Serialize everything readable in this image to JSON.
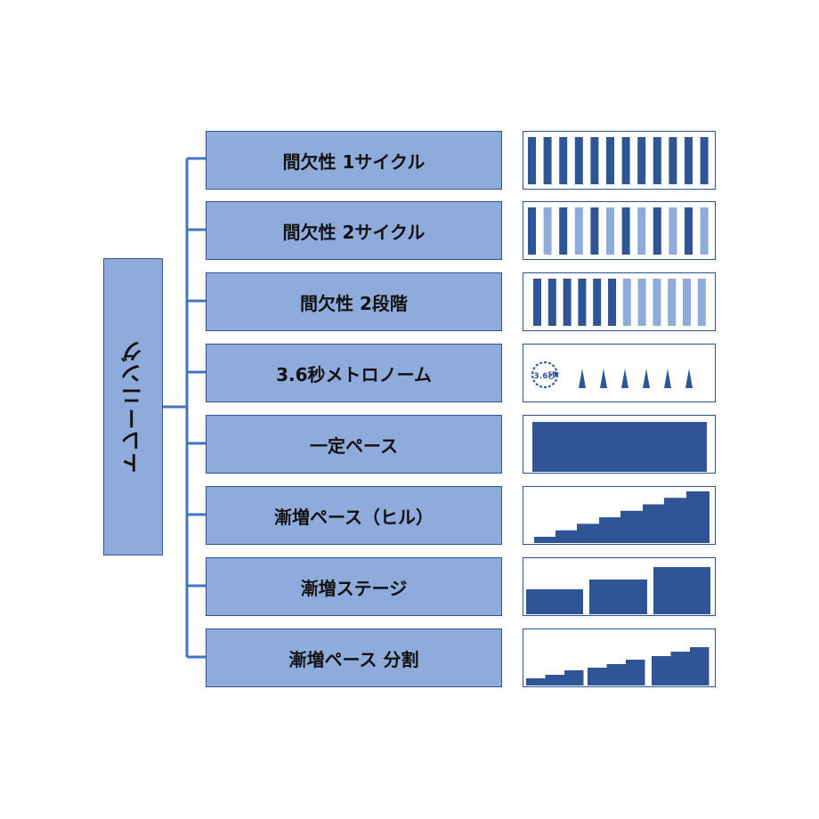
{
  "root": {
    "label": "トレーニング"
  },
  "colors": {
    "dark": "#2f5597",
    "light": "#8fabdc",
    "line": "#4472c4"
  },
  "items": [
    {
      "label": "間欠性 1サイクル",
      "icon": "intermittent-1-cycle-icon"
    },
    {
      "label": "間欠性 2サイクル",
      "icon": "intermittent-2-cycle-icon"
    },
    {
      "label": "間欠性 2段階",
      "icon": "intermittent-2-stage-icon"
    },
    {
      "label": "3.6秒メトロノーム",
      "icon": "metronome-icon",
      "metronome_text": "3.6秒"
    },
    {
      "label": "一定ペース",
      "icon": "constant-pace-icon"
    },
    {
      "label": "漸増ペース（ヒル）",
      "icon": "incremental-pace-hill-icon"
    },
    {
      "label": "漸増ステージ",
      "icon": "incremental-stage-icon"
    },
    {
      "label": "漸増ペース 分割",
      "icon": "incremental-pace-split-icon"
    }
  ]
}
